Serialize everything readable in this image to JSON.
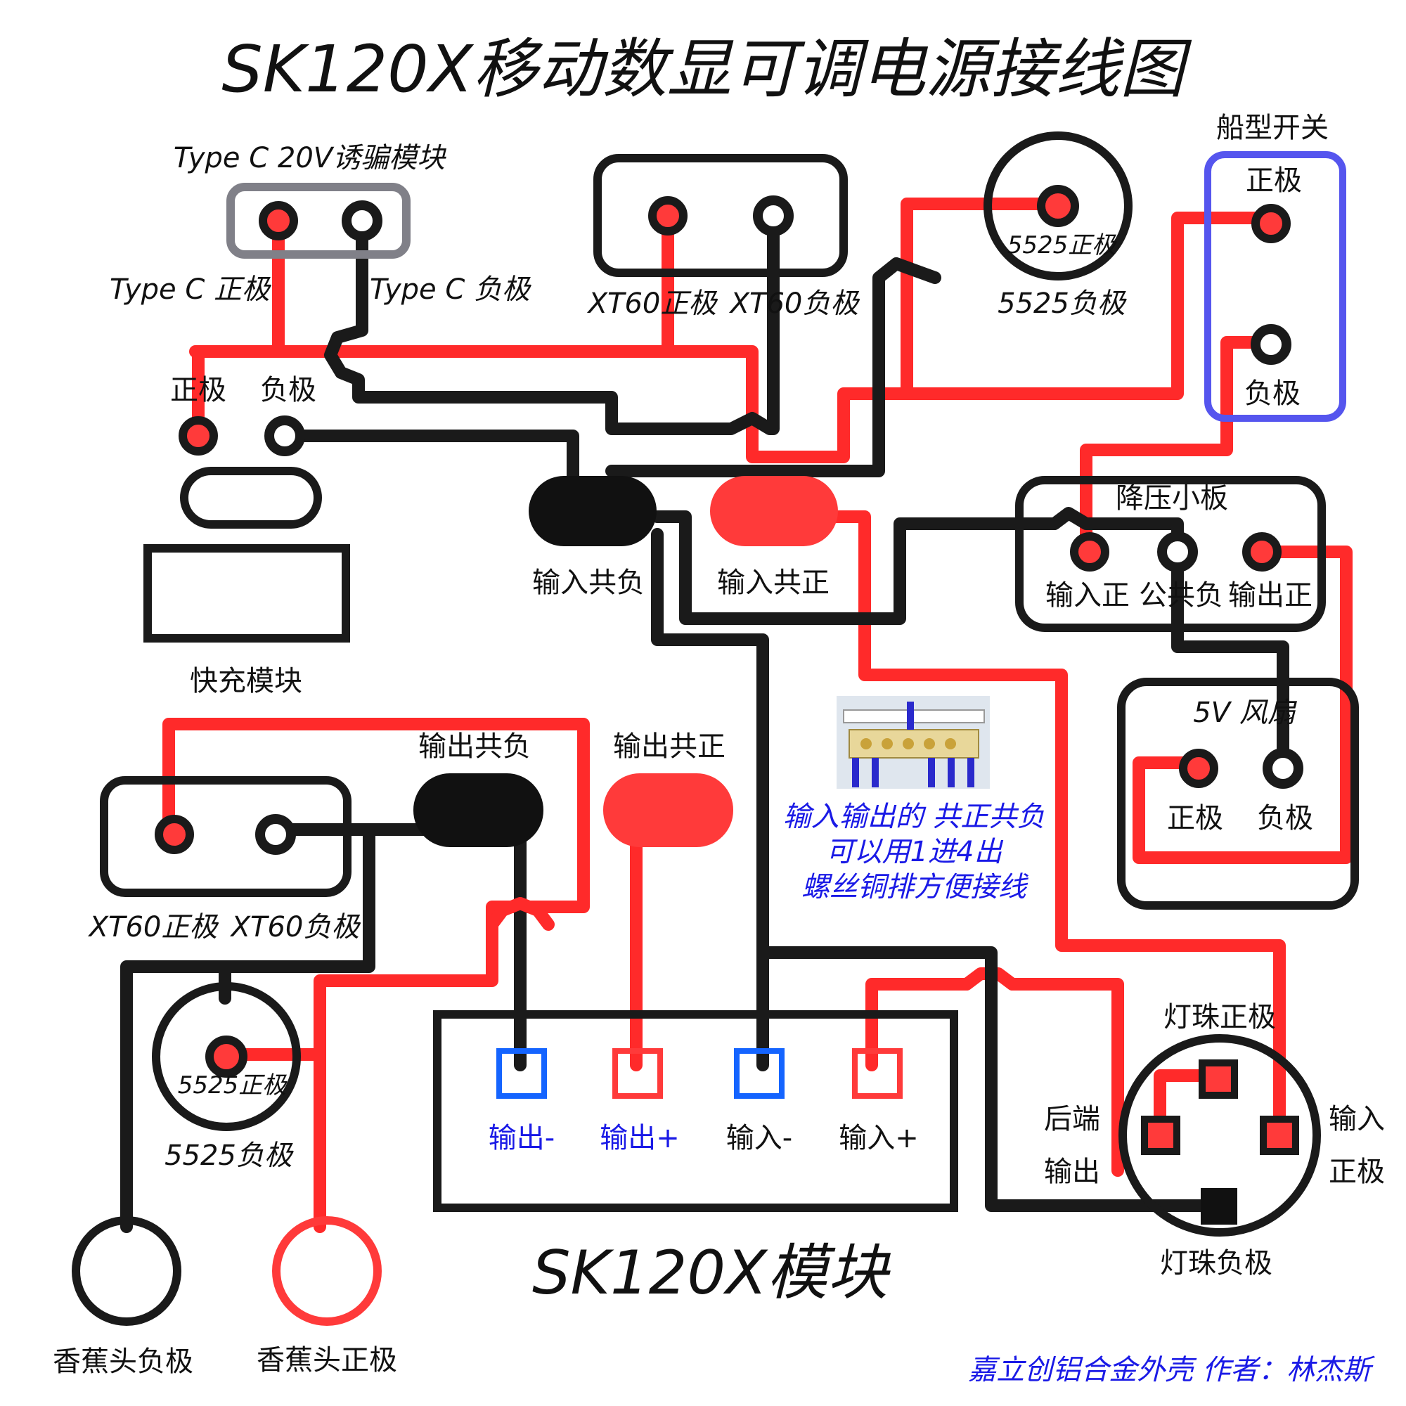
{
  "title": "SK120X移动数显可调电源接线图",
  "module_title": "SK120X模块",
  "colors": {
    "positive": "#ff2a2a",
    "negative": "#1a1a1a",
    "switch_frame": "#5555ee",
    "typec_frame": "#808088",
    "annotation": "#1a1ae6",
    "port_blue": "#1464ff",
    "port_red": "#ff3a3a"
  },
  "typec": {
    "heading": "Type C 20V诱骗模块",
    "pos": "Type C 正极",
    "neg": "Type C 负极"
  },
  "xt60_in": {
    "pos": "XT60正极",
    "neg": "XT60负极"
  },
  "dc5525_in": {
    "pos": "5525正极",
    "neg": "5525负极"
  },
  "switch": {
    "heading": "船型开关",
    "pos": "正极",
    "neg": "负极"
  },
  "fast_charge": {
    "pos": "正极",
    "neg": "负极",
    "name": "快充模块"
  },
  "bus": {
    "in_neg": "输入共负",
    "in_pos": "输入共正",
    "out_neg": "输出共负",
    "out_pos": "输出共正"
  },
  "buck": {
    "heading": "降压小板",
    "in_pos": "输入正",
    "common_neg": "公共负",
    "out_pos": "输出正"
  },
  "fan": {
    "heading": "5V 风扇",
    "pos": "正极",
    "neg": "负极"
  },
  "note": {
    "line1": "输入输出的 共正共负",
    "line2": "可以用1进4出",
    "line3": "螺丝铜排方便接线"
  },
  "xt60_out": {
    "pos": "XT60正极",
    "neg": "XT60负极"
  },
  "dc5525_out": {
    "pos": "5525正极",
    "neg": "5525负极"
  },
  "sk120x": {
    "out_neg": "输出-",
    "out_pos": "输出+",
    "in_neg": "输入-",
    "in_pos": "输入+"
  },
  "lamp": {
    "pos_label": "灯珠正极",
    "neg_label": "灯珠负极",
    "rear": "后端",
    "output": "输出",
    "input": "输入",
    "positive": "正极"
  },
  "banana": {
    "neg": "香蕉头负极",
    "pos": "香蕉头正极"
  },
  "credit": "嘉立创铝合金外壳  作者：林杰斯"
}
